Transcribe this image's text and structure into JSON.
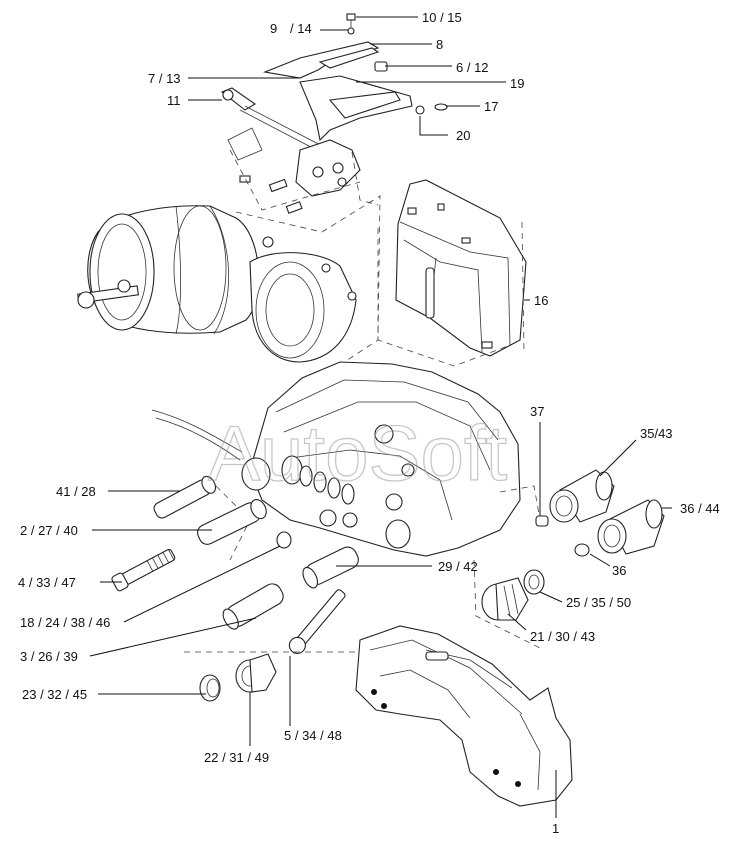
{
  "watermark": "AutoSoft",
  "callouts": {
    "c10_15": "10 / 15",
    "c9_14_a": "9",
    "c9_14_b": "/ 14",
    "c8": "8",
    "c6_12": "6 / 12",
    "c7_13": "7 / 13",
    "c19": "19",
    "c11": "11",
    "c17": "17",
    "c20": "20",
    "c16": "16",
    "c37": "37",
    "c35_43": "35/43",
    "c41_28": "41 / 28",
    "c36_44": "36 / 44",
    "c2_27_40": "2 / 27 / 40",
    "c36": "36",
    "c29_42": "29 / 42",
    "c4_33_47": "4 / 33 / 47",
    "c25_35_50": "25 / 35 / 50",
    "c18_24_38_46": "18 / 24 / 38 / 46",
    "c21_30_43": "21 / 30 / 43",
    "c3_26_39": "3 / 26 / 39",
    "c23_32_45": "23 / 32 / 45",
    "c5_34_48": "5 / 34 / 48",
    "c22_31_49": "22 / 31 / 49",
    "c1": "1"
  }
}
